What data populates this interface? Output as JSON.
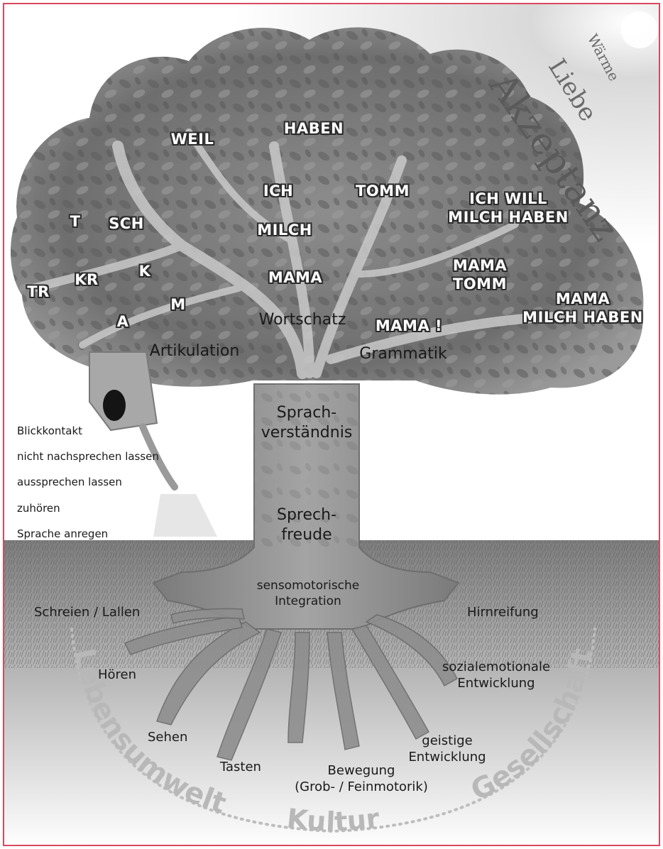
{
  "values_words": {
    "waerme": "Wärme",
    "liebe": "Liebe",
    "akzeptanz": "Akzeptanz"
  },
  "branches": {
    "artikulation": "Artikulation",
    "wortschatz": "Wortschatz",
    "grammatik": "Grammatik"
  },
  "sounds": [
    "TR",
    "KR",
    "T",
    "SCH",
    "K",
    "A",
    "M"
  ],
  "vocabulary": [
    "WEIL",
    "HABEN",
    "ICH",
    "MILCH",
    "MAMA",
    "TOMM"
  ],
  "grammar": {
    "ich_will": "ICH WILL\nMILCH HABEN",
    "mama_tomm": "MAMA\nTOMM",
    "mama_milch": "MAMA\nMILCH HABEN",
    "mama_excl": "MAMA !"
  },
  "trunk": {
    "upper": "Sprach-\nverständnis",
    "lower": "Sprech-\nfreude"
  },
  "watering_can_tips": [
    "Blickkontakt",
    "nicht nachsprechen lassen",
    "aussprechen lassen",
    "zuhören",
    "Sprache anregen"
  ],
  "roots": {
    "center": "sensomotorische\nIntegration",
    "schreien": "Schreien / Lallen",
    "hoeren": "Hören",
    "sehen": "Sehen",
    "tasten": "Tasten",
    "bewegung": "Bewegung\n(Grob- / Feinmotorik)",
    "geistige": "geistige\nEntwicklung",
    "sozial": "sozialemotionale\nEntwicklung",
    "hirn": "Hirnreifung"
  },
  "ground_arc": {
    "left": "Lebensumwelt",
    "bottom": "Kultur",
    "right": "Gesellschaft"
  },
  "colors": {
    "frame": "#d9485f",
    "foliage": "#6f6f6f",
    "ground": "#8a8a8a",
    "trunk": "#8c8c8c",
    "arc_text": "#b8b8b8"
  }
}
